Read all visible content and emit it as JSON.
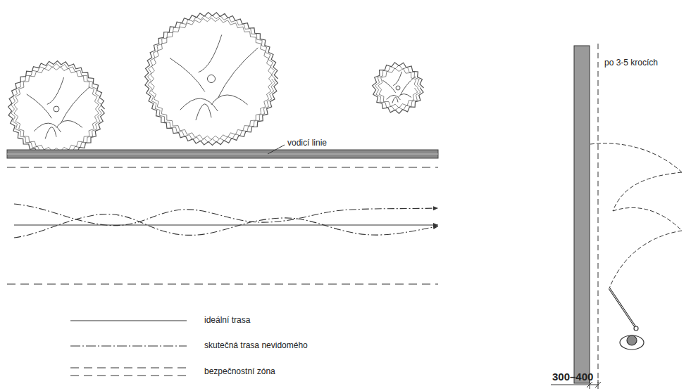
{
  "diagram": {
    "labels": [
      "vodicí linie",
      "po 3-5 krocích",
      "300–400"
    ],
    "legend": [
      {
        "text": "ideální trasa"
      },
      {
        "text": "skutečná trasa nevidomého"
      },
      {
        "text": "bezpečnostní zóna"
      }
    ]
  }
}
